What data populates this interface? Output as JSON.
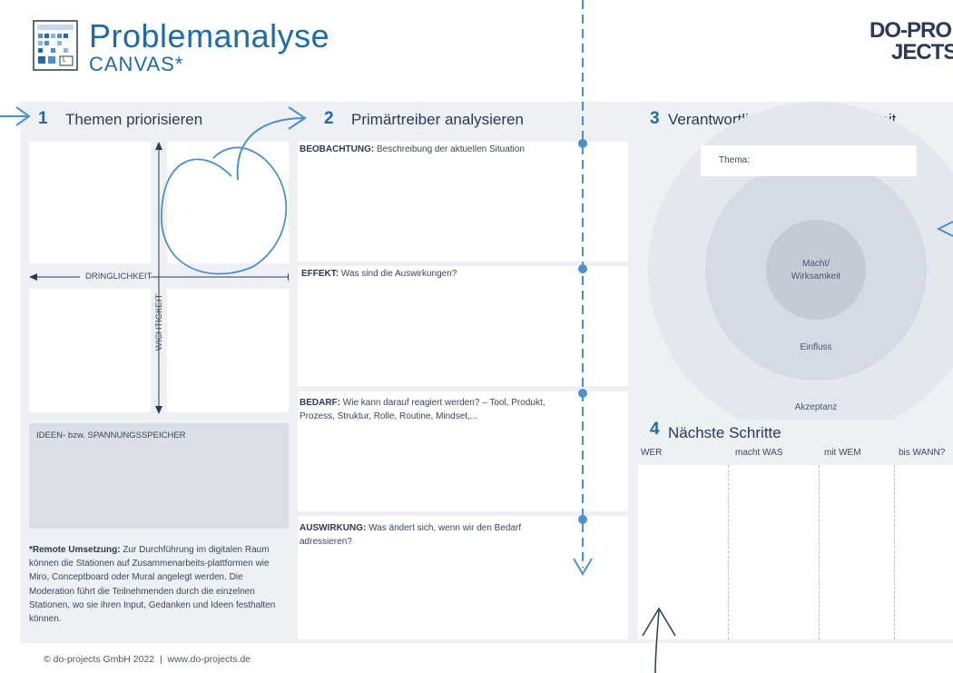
{
  "header": {
    "title": "Problemanalyse",
    "subtitle": "CANVAS*",
    "logo_line1": "DO-PRO",
    "logo_line2": "JECTS",
    "illustration_label": "L"
  },
  "section1": {
    "num": "1",
    "title": "Themen priorisieren",
    "axis_x": "DRINGLICHKEIT",
    "axis_y": "WICHTIGKEIT",
    "ideas_label": "IDEEN- bzw. SPANNUNGSSPEICHER",
    "remote_bold": "*Remote Umsetzung:",
    "remote_text": " Zur Durchführung im digitalen Raum können die Stationen auf Zusammenarbeits-plattformen wie Miro, Conceptboard oder Mural angelegt werden. Die Moderation führt die Teilnehmenden durch die einzelnen Stationen, wo sie ihren Input, Gedanken und Ideen festhalten können."
  },
  "section2": {
    "num": "2",
    "title": "Primärtreiber analysieren",
    "cells": [
      {
        "bold": "BEOBACHTUNG:",
        "text": " Beschreibung der aktuellen Situation"
      },
      {
        "bold": "EFFEKT:",
        "text": " Was sind die Auswirkungen?"
      },
      {
        "bold": "BEDARF:",
        "text": " Wie kann darauf reagiert werden? – Tool, Produkt, Prozess, Struktur, Rolle, Routine, Mindset,..."
      },
      {
        "bold": "AUSWIRKUNG:",
        "text": " Was ändert sich, wenn wir den Bedarf adressieren?"
      }
    ]
  },
  "section3": {
    "num": "3",
    "title": "Verantwortlichkeit & Abhängigkeit",
    "thema_label": "Thema:",
    "inner": "Macht/\nWirksamkeit",
    "middle": "Einfluss",
    "outer": "Akzeptanz"
  },
  "section4": {
    "num": "4",
    "title": "Nächste Schritte",
    "columns": [
      "WER",
      "macht WAS",
      "mit WEM",
      "bis WANN?"
    ]
  },
  "footer": {
    "text": "© do-projects GmbH 2022  |  www.do-projects.de"
  },
  "colors": {
    "accent": "#1f6aa8",
    "arrow": "#4a90d0",
    "panel": "#eef0f4"
  }
}
